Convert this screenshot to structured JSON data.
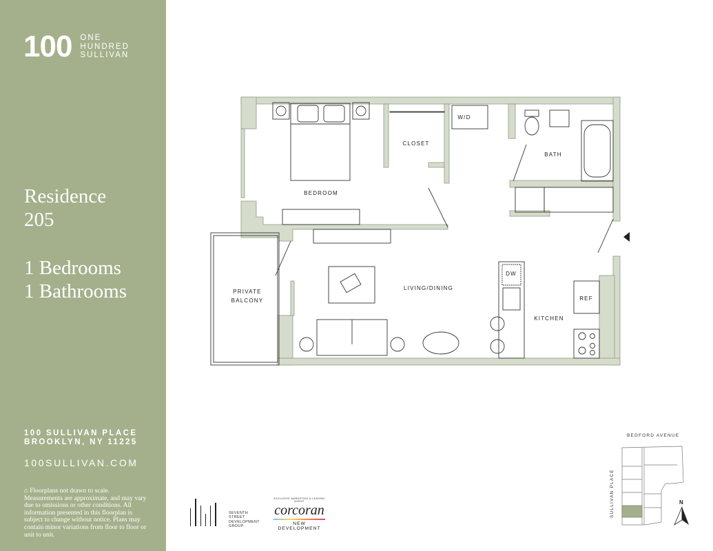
{
  "brand": {
    "logo_number": "100",
    "logo_words": [
      "ONE",
      "HUNDRED",
      "SULLIVAN"
    ]
  },
  "residence": {
    "title": "Residence",
    "number": "205",
    "bedrooms": "1 Bedrooms",
    "bathrooms": "1 Bathrooms"
  },
  "address": {
    "line1": "100 SULLIVAN PLACE",
    "line2": "BROOKLYN, NY 11225",
    "website": "100SULLIVAN.COM"
  },
  "disclaimer": "Floorplans not drawn to scale. Measurements are approximate, and may vary due to omissions or other conditions. All information presented in this floorplan is subject to change without notice. Plans may contain minor variations from floor to floor or unit to unit.",
  "rooms": {
    "bedroom": "BEDROOM",
    "closet": "CLOSET",
    "wd": "W/D",
    "bath": "BATH",
    "living": "LIVING/DINING",
    "balcony_1": "PRIVATE",
    "balcony_2": "BALCONY",
    "dw": "DW",
    "ref": "REF",
    "kitchen": "KITCHEN"
  },
  "key_plan": {
    "street_top": "BEDFORD AVENUE",
    "street_left": "SULLIVAN PLACE",
    "north": "N",
    "highlight_color": "#a4b08b"
  },
  "partners": {
    "developer": [
      "SEVENTH",
      "STREET",
      "DEVELOPMENT",
      "GROUP"
    ],
    "agent_tag": "EXCLUSIVE MARKETING & LEASING AGENT",
    "agent_name": "corcoran",
    "agent_sub": "NEW DEVELOPMENT"
  },
  "colors": {
    "sidebar": "#a4b08b",
    "walls": "#d5dccb"
  }
}
